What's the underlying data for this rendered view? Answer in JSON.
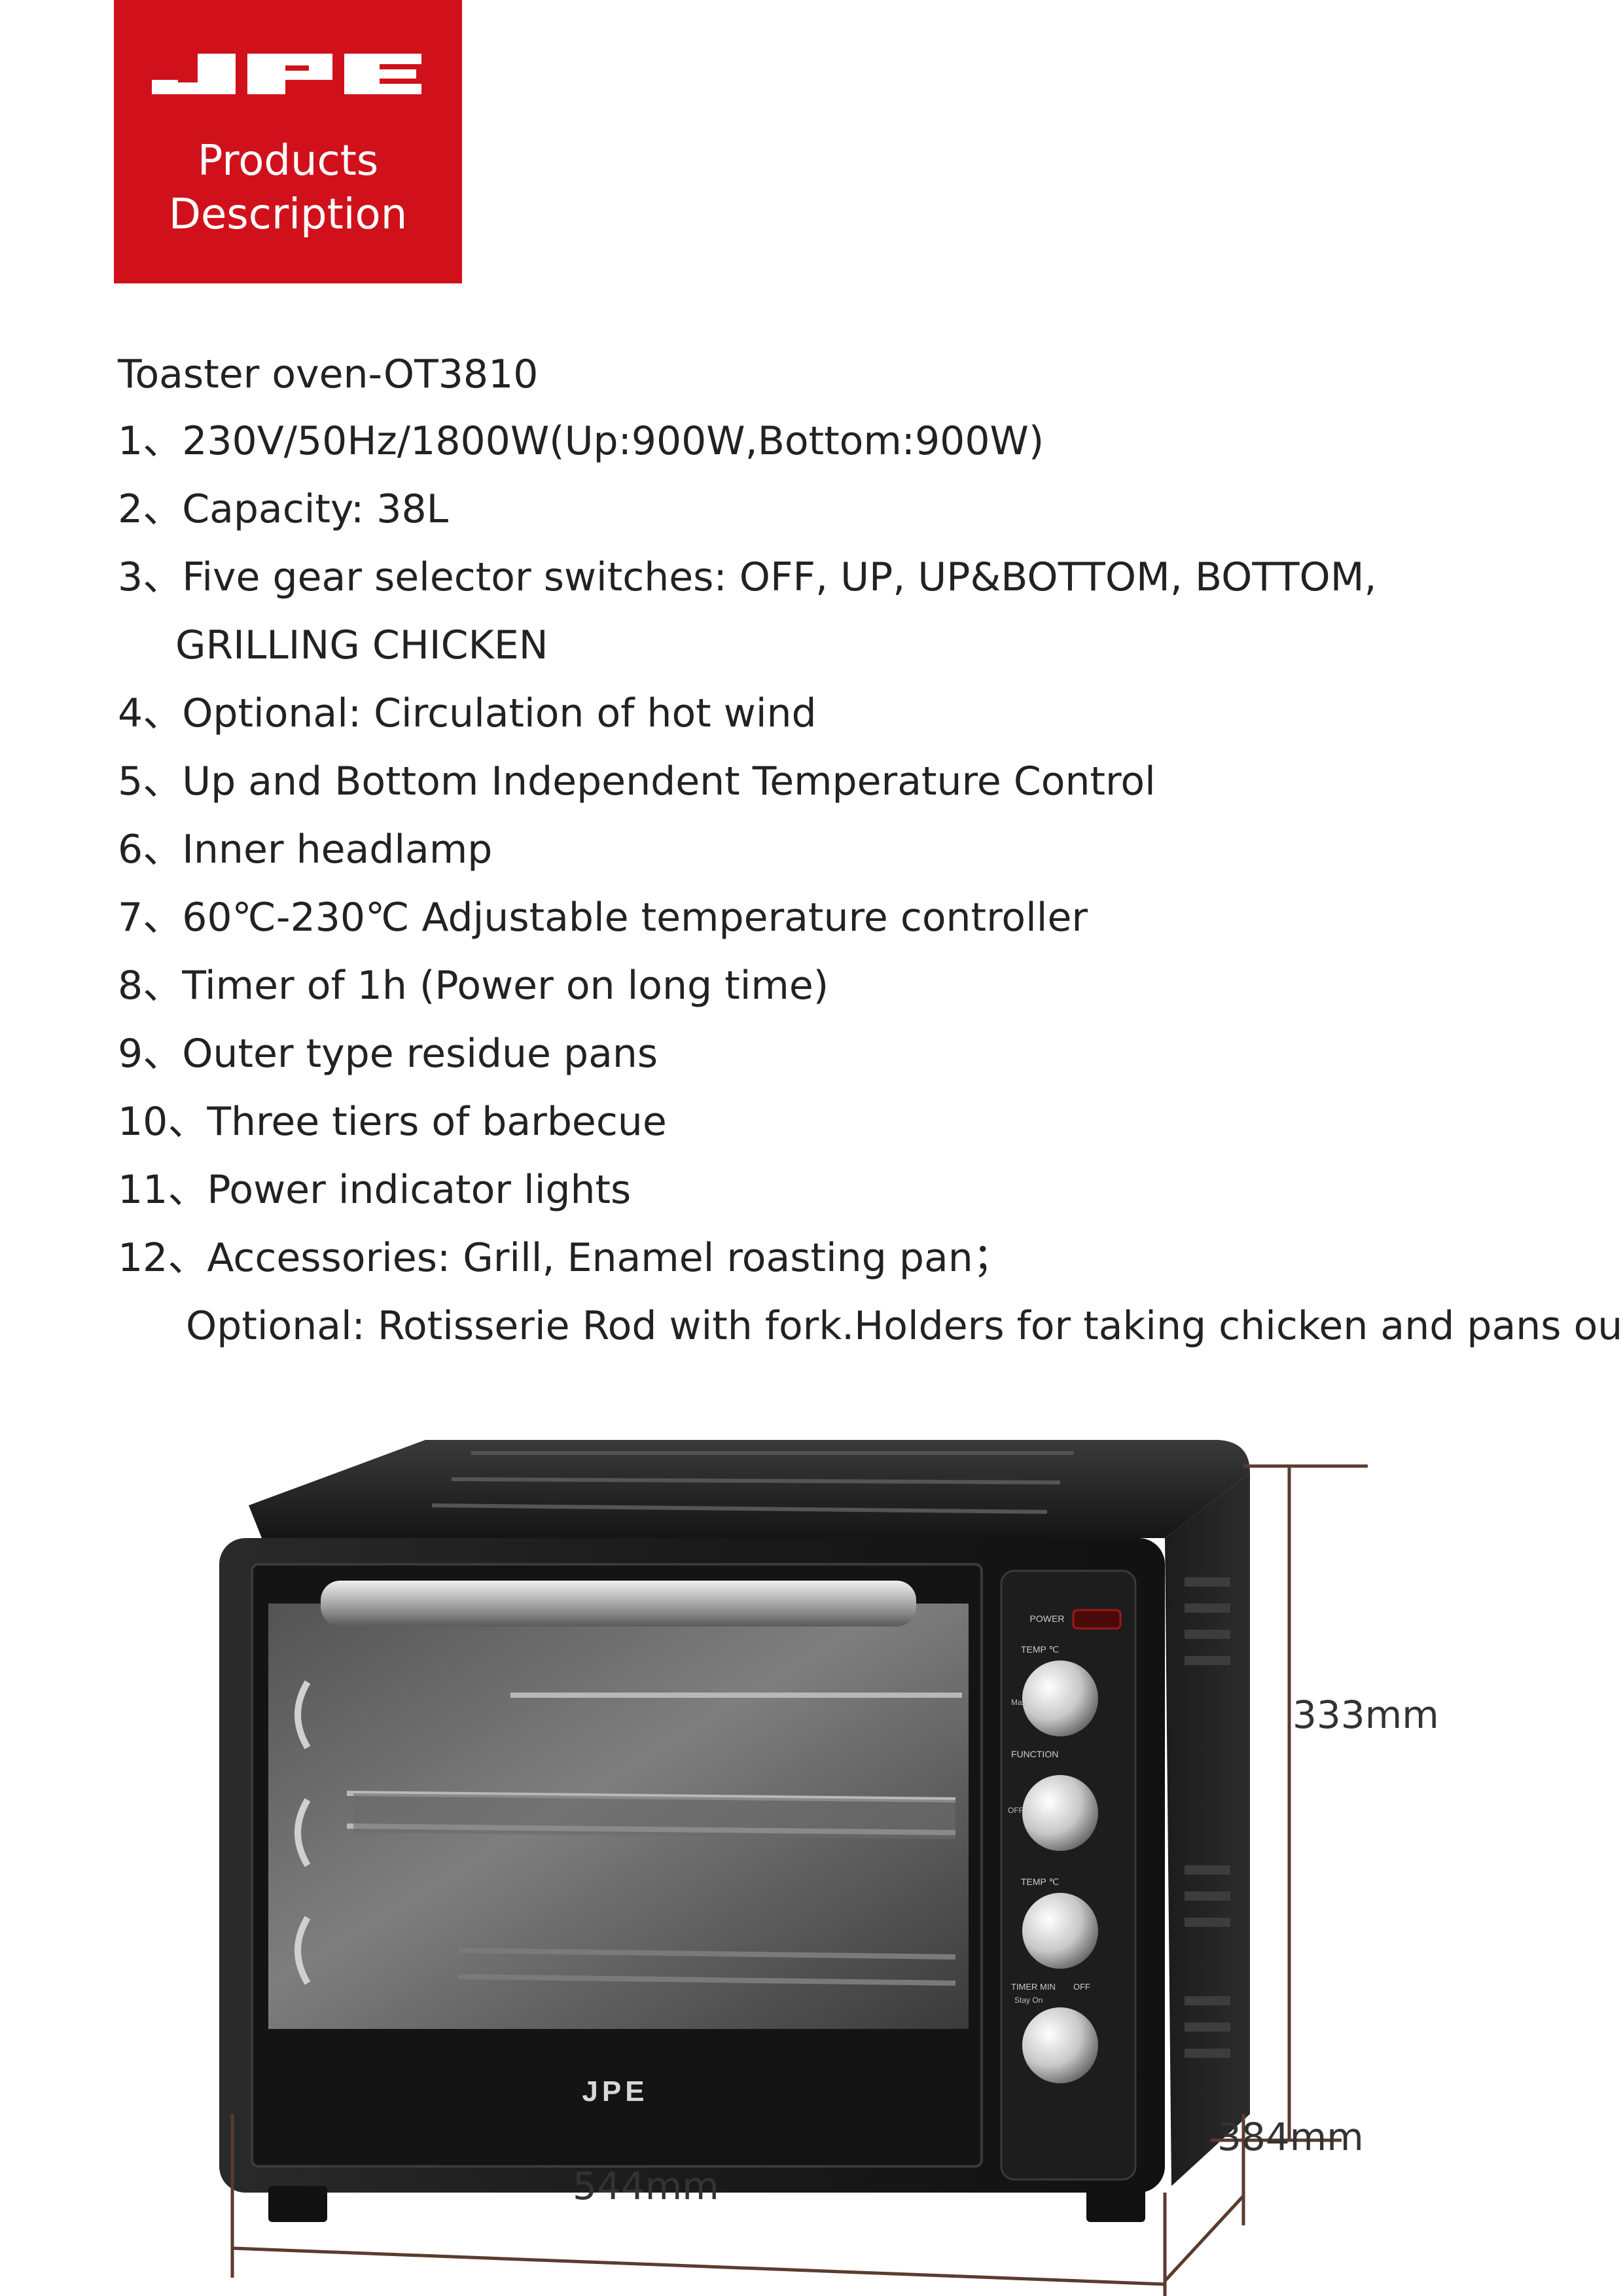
{
  "brand": {
    "logo_text": "JPE",
    "subtitle_line1": "Products",
    "subtitle_line2": "Description",
    "color": "#d0111b"
  },
  "product": {
    "title": "Toaster oven-OT3810"
  },
  "specs": [
    {
      "num": "1、",
      "text": "230V/50Hz/1800W(Up:900W,Bottom:900W)"
    },
    {
      "num": "2、",
      "text": "Capacity: 38L"
    },
    {
      "num": "3、",
      "text": "Five gear selector switches: OFF, UP, UP&BOTTOM, BOTTOM,",
      "cont": "GRILLING CHICKEN"
    },
    {
      "num": "4、",
      "text": "Optional: Circulation of hot wind"
    },
    {
      "num": "5、",
      "text": "Up and Bottom Independent Temperature Control"
    },
    {
      "num": "6、",
      "text": "Inner headlamp"
    },
    {
      "num": "7、",
      "text": "60℃-230℃ Adjustable temperature controller"
    },
    {
      "num": "8、",
      "text": "Timer of 1h (Power on long time)"
    },
    {
      "num": "9、",
      "text": "Outer type residue pans"
    },
    {
      "num": "10、",
      "text": "Three tiers of barbecue"
    },
    {
      "num": "11、",
      "text": "Power indicator lights"
    },
    {
      "num": "12、",
      "text": "Accessories: Grill, Enamel roasting pan；",
      "cont": "Optional: Rotisserie Rod with fork.Holders for taking chicken and pans out."
    }
  ],
  "dimensions": {
    "height": "333mm",
    "depth": "384mm",
    "width": "544mm"
  },
  "oven_panel": {
    "power_label": "POWER",
    "upper_temp_label": "TEMP ℃",
    "function_label": "FUNCTION",
    "off_label": "OFF",
    "lower_temp_label": "TEMP ℃",
    "timer_label": "TIMER MIN",
    "timer_off": "OFF",
    "stay_on": "Stay On",
    "max_label": "Max",
    "door_logo": "JPE"
  }
}
